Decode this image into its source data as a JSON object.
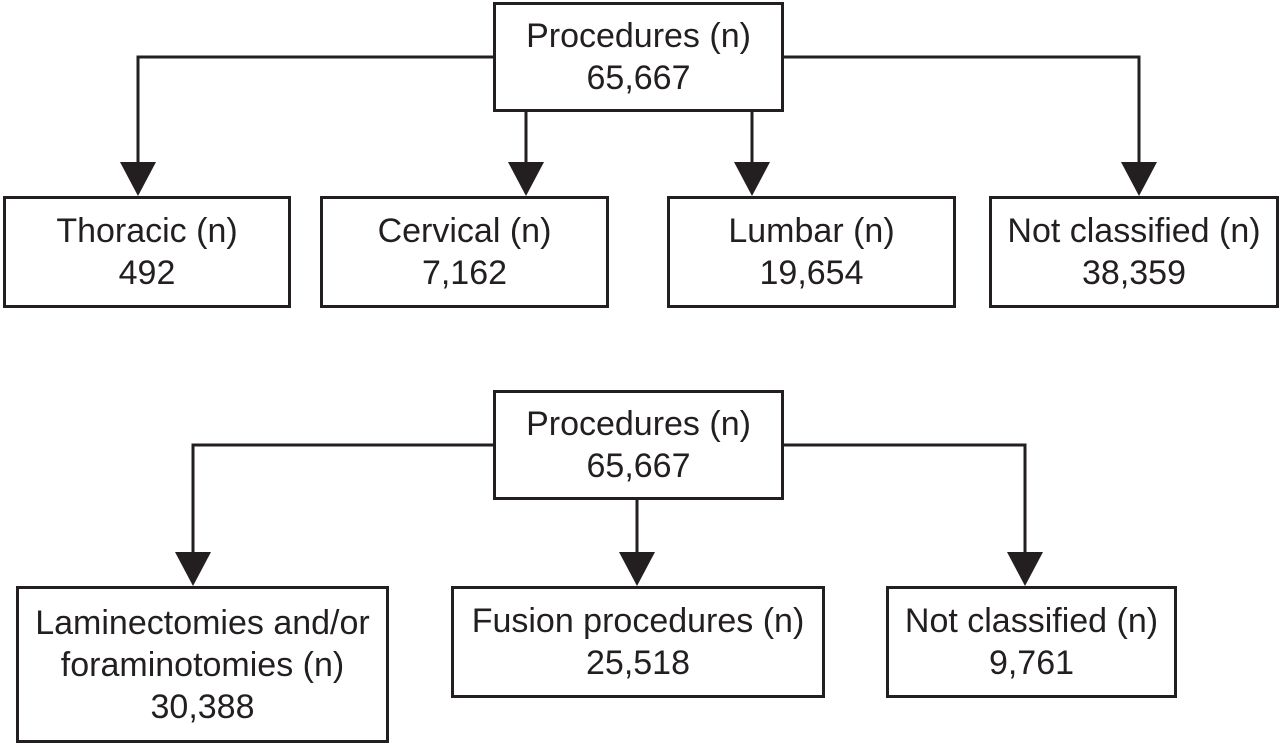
{
  "diagram_top": {
    "root": {
      "label": "Procedures (n)",
      "value": "65,667"
    },
    "children": [
      {
        "label": "Thoracic (n)",
        "value": "492"
      },
      {
        "label": "Cervical (n)",
        "value": "7,162"
      },
      {
        "label": "Lumbar (n)",
        "value": "19,654"
      },
      {
        "label": "Not classified (n)",
        "value": "38,359"
      }
    ]
  },
  "diagram_bottom": {
    "root": {
      "label": "Procedures (n)",
      "value": "65,667"
    },
    "children": [
      {
        "label_line1": "Laminectomies and/or",
        "label_line2": "foraminotomies (n)",
        "value": "30,388"
      },
      {
        "label": "Fusion procedures (n)",
        "value": "25,518"
      },
      {
        "label": "Not classified (n)",
        "value": "9,761"
      }
    ]
  }
}
